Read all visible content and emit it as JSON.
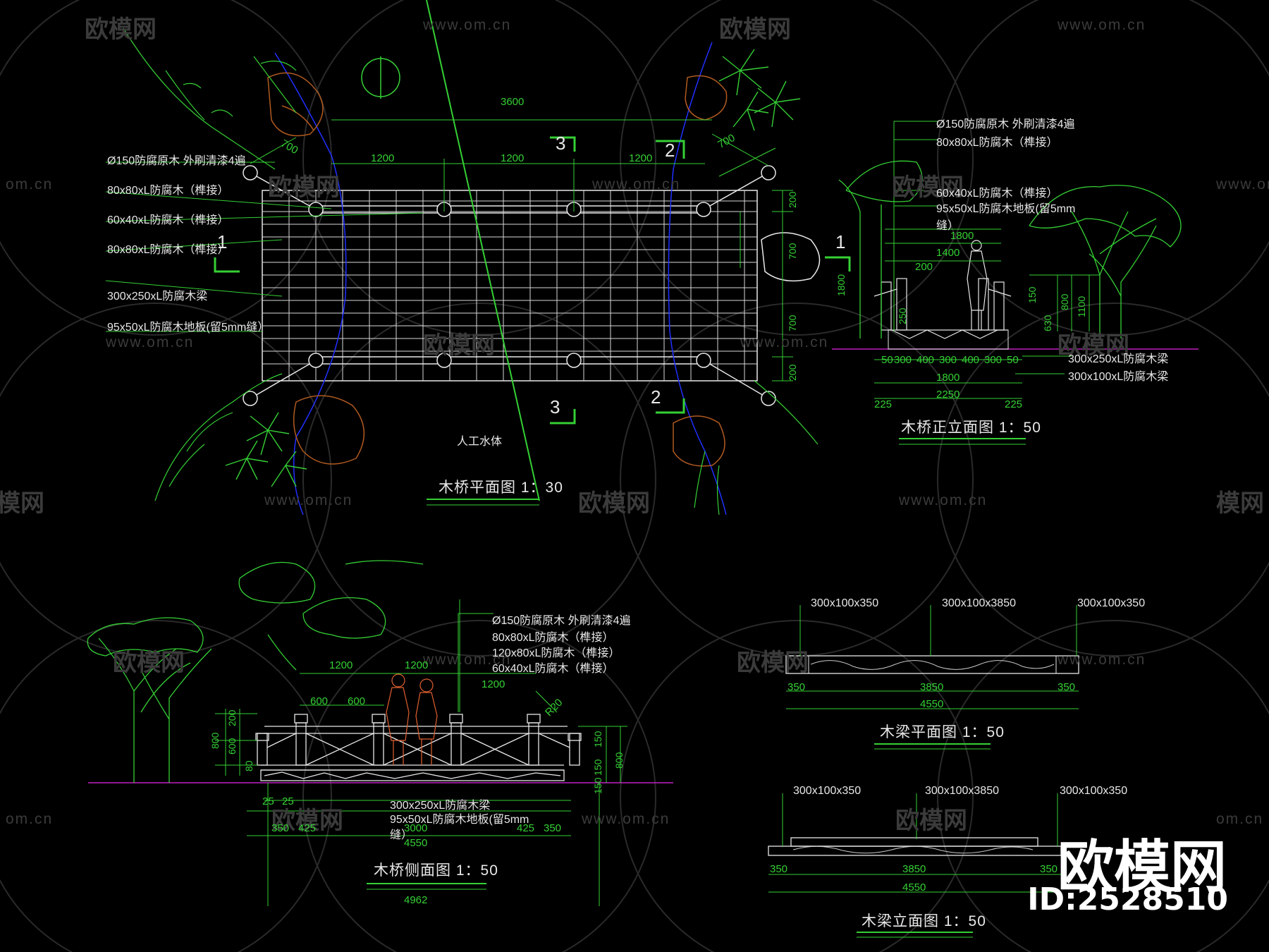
{
  "watermarks": {
    "logo_text": "欧模网",
    "url_text": "www.om.cn",
    "cut_url": "om.cn",
    "cut_logo": "模网"
  },
  "brand": {
    "name": "欧模网",
    "id": "ID:2528510"
  },
  "plan": {
    "title": "木桥平面图  1：30",
    "water_label": "人工水体",
    "labels": [
      "Ø150防腐原木 外刷清漆4遍",
      "80x80xL防腐木（榫接）",
      "60x40xL防腐木（榫接）",
      "80x80xL防腐木（榫接）",
      "300x250xL防腐木梁",
      "95x50xL防腐木地板(留5mm缝）"
    ],
    "dims": {
      "total": "3600",
      "seg1": "1200",
      "seg2": "1200",
      "seg3": "1200",
      "diag": "700",
      "v1": "200",
      "v2": "700",
      "v3": "1800",
      "v4": "700",
      "v5": "200"
    },
    "sections": {
      "s1": "1",
      "s2": "2",
      "s3": "3"
    }
  },
  "front": {
    "title": "木桥正立面图  1：50",
    "labels": [
      "Ø150防腐原木 外刷清漆4遍",
      "80x80xL防腐木（榫接）",
      "60x40xL防腐木（榫接）",
      "95x50xL防腐木地板(留5mm",
      "缝）",
      "300x250xL防腐木梁",
      "300x100xL防腐木梁"
    ],
    "dims": {
      "d1800a": "1800",
      "d1400": "1400",
      "d200": "200",
      "d50a": "50",
      "d300a": "300",
      "d400a": "400",
      "d300b": "300",
      "d400b": "400",
      "d300c": "300",
      "d50b": "50",
      "d1800b": "1800",
      "d2250": "2250",
      "d225a": "225",
      "d225b": "225",
      "v250": "250",
      "v630": "630",
      "v150": "150",
      "v800": "800",
      "v1100": "1100"
    }
  },
  "side": {
    "title": "木桥侧面图  1：50",
    "labels": [
      "Ø150防腐原木 外刷清漆4遍",
      "80x80xL防腐木（榫接）",
      "120x80xL防腐木（榫接）",
      "60x40xL防腐木（榫接）",
      "300x250xL防腐木梁",
      "95x50xL防腐木地板(留5mm",
      "缝）"
    ],
    "dims": {
      "t1200a": "1200",
      "t1200b": "1200",
      "t1200c": "1200",
      "t600a": "600",
      "t600b": "600",
      "r20": "R20",
      "b25a": "25",
      "b25b": "25",
      "b350a": "350",
      "b425a": "425",
      "b3000": "3000",
      "b425b": "425",
      "b350b": "350",
      "b4550": "4550",
      "b4962": "4962",
      "v800": "800",
      "v600": "600",
      "v200": "200",
      "v80": "80",
      "vr150a": "150",
      "vr150b": "150",
      "vr150c": "150",
      "vr800": "800"
    }
  },
  "beam_plan": {
    "title": "木梁平面图  1：50",
    "labels": [
      "300x100x350",
      "300x100x3850",
      "300x100x350"
    ],
    "dims": {
      "a": "350",
      "b": "3850",
      "c": "350",
      "total": "4550"
    }
  },
  "beam_elev": {
    "title": "木梁立面图  1：50",
    "labels": [
      "300x100x350",
      "300x100x3850",
      "300x100x350"
    ],
    "dims": {
      "a": "350",
      "b": "3850",
      "c": "350",
      "total": "4550"
    }
  }
}
